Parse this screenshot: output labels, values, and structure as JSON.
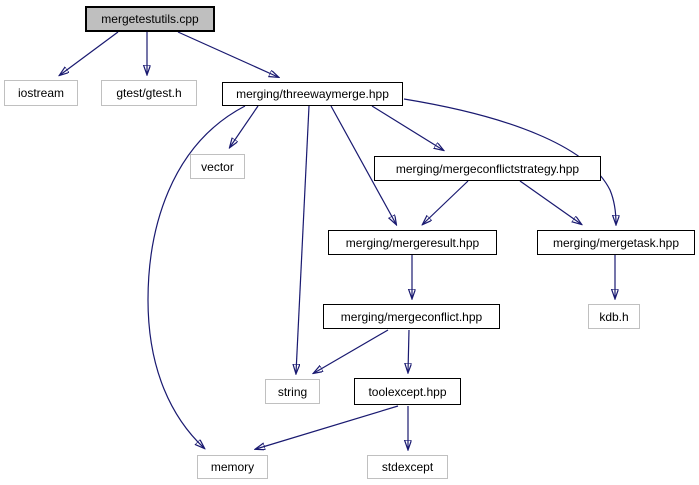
{
  "diagram": {
    "type": "include-dependency-graph",
    "root": "mergetestutils.cpp",
    "colors": {
      "edge": "#191970",
      "root_fill": "#bfbfbf",
      "documented_border": "#000000",
      "external_border": "#c0c0c0",
      "text": "#000000",
      "background": "#ffffff"
    },
    "nodes": [
      {
        "id": "mergetestutils",
        "label": "mergetestutils.cpp",
        "kind": "root"
      },
      {
        "id": "iostream",
        "label": "iostream",
        "kind": "external"
      },
      {
        "id": "gtest",
        "label": "gtest/gtest.h",
        "kind": "external"
      },
      {
        "id": "threewaymerge",
        "label": "merging/threewaymerge.hpp",
        "kind": "documented"
      },
      {
        "id": "vector",
        "label": "vector",
        "kind": "external"
      },
      {
        "id": "mergeconflictstrategy",
        "label": "merging/mergeconflictstrategy.hpp",
        "kind": "documented"
      },
      {
        "id": "mergeresult",
        "label": "merging/mergeresult.hpp",
        "kind": "documented"
      },
      {
        "id": "mergetask",
        "label": "merging/mergetask.hpp",
        "kind": "documented"
      },
      {
        "id": "mergeconflict",
        "label": "merging/mergeconflict.hpp",
        "kind": "documented"
      },
      {
        "id": "kdb",
        "label": "kdb.h",
        "kind": "external"
      },
      {
        "id": "string",
        "label": "string",
        "kind": "external"
      },
      {
        "id": "toolexcept",
        "label": "toolexcept.hpp",
        "kind": "documented"
      },
      {
        "id": "memory",
        "label": "memory",
        "kind": "external"
      },
      {
        "id": "stdexcept",
        "label": "stdexcept",
        "kind": "external"
      }
    ],
    "edges": [
      {
        "from": "mergetestutils",
        "to": "iostream"
      },
      {
        "from": "mergetestutils",
        "to": "gtest"
      },
      {
        "from": "mergetestutils",
        "to": "threewaymerge"
      },
      {
        "from": "threewaymerge",
        "to": "vector"
      },
      {
        "from": "threewaymerge",
        "to": "memory"
      },
      {
        "from": "threewaymerge",
        "to": "string"
      },
      {
        "from": "threewaymerge",
        "to": "mergeresult"
      },
      {
        "from": "threewaymerge",
        "to": "mergeconflictstrategy"
      },
      {
        "from": "threewaymerge",
        "to": "mergetask"
      },
      {
        "from": "mergeconflictstrategy",
        "to": "mergeresult"
      },
      {
        "from": "mergeconflictstrategy",
        "to": "mergetask"
      },
      {
        "from": "mergeresult",
        "to": "mergeconflict"
      },
      {
        "from": "mergetask",
        "to": "kdb"
      },
      {
        "from": "mergeconflict",
        "to": "string"
      },
      {
        "from": "mergeconflict",
        "to": "toolexcept"
      },
      {
        "from": "toolexcept",
        "to": "memory"
      },
      {
        "from": "toolexcept",
        "to": "stdexcept"
      }
    ]
  }
}
